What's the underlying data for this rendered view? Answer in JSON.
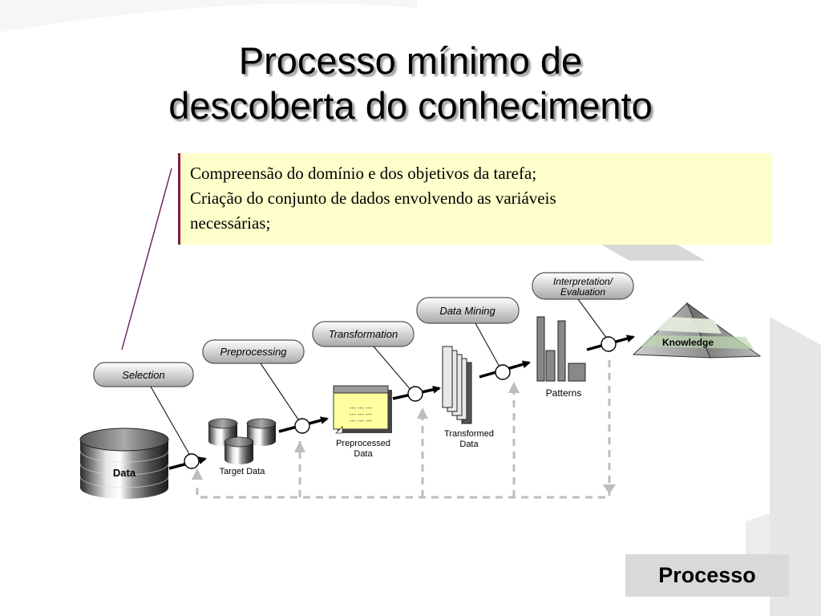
{
  "slide": {
    "title_line1": "Processo mínimo de",
    "title_line2": "descoberta do conhecimento",
    "note_lines": [
      "Compreensão do domínio e dos objetivos da tarefa;",
      "Criação do conjunto de dados envolvendo as variáveis",
      "necessárias;"
    ],
    "footer_label": "Processo"
  },
  "diagram": {
    "stages": [
      {
        "label": "Selection"
      },
      {
        "label": "Preprocessing"
      },
      {
        "label": "Transformation"
      },
      {
        "label": "Data Mining"
      },
      {
        "label_line1": "Interpretation/",
        "label_line2": "Evaluation"
      }
    ],
    "artifacts": {
      "data": "Data",
      "target_data": "Target Data",
      "preprocessed_data_line1": "Preprocessed",
      "preprocessed_data_line2": "Data",
      "transformed_data_line1": "Transformed",
      "transformed_data_line2": "Data",
      "patterns": "Patterns",
      "knowledge": "Knowledge"
    },
    "doc_lines": [
      "--- --- ---",
      "--- --- ---",
      "--- --- ---"
    ]
  }
}
